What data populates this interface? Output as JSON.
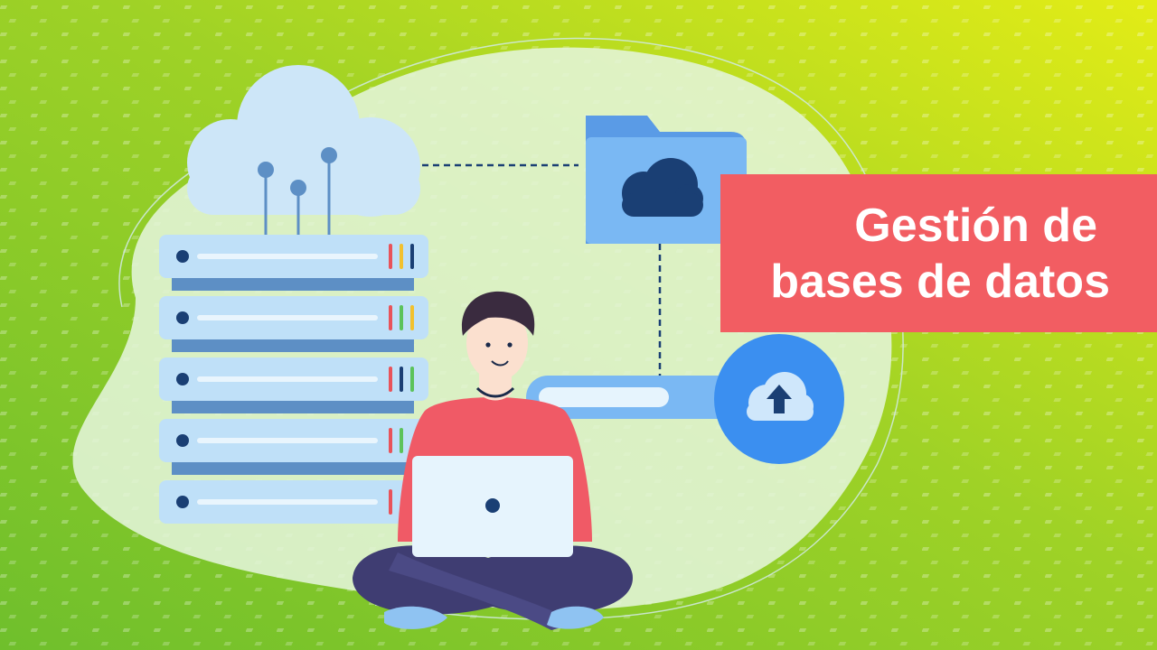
{
  "banner": {
    "title_line_1": "Gestión de",
    "title_line_2": "bases de datos"
  },
  "colors": {
    "background_green": "#7cc42a",
    "background_lime": "#dce918",
    "blob": "#e2f4d8",
    "banner": "#f25d62",
    "server_rack": "#bfe0f8",
    "server_connector": "#5d8fc5",
    "folder": "#7ab8f3",
    "cloud_icon": "#1a3f74",
    "upload_circle": "#3b8ff0",
    "person_shirt": "#f05a66",
    "person_pants": "#3f3d72",
    "laptop": "#e6f4fd"
  },
  "icons": [
    "cloud-icon",
    "server-rack-icon",
    "folder-cloud-icon",
    "upload-cloud-icon",
    "laptop-icon",
    "person-illustration"
  ]
}
